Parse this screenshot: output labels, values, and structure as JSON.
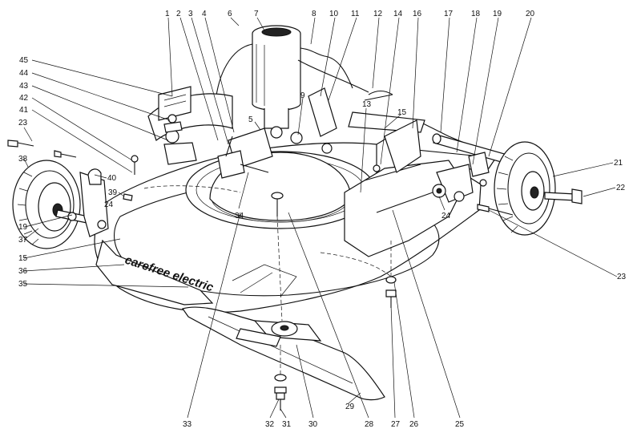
{
  "diagram": {
    "decal_text": "carefree electric",
    "labels": [
      {
        "id": "L1",
        "text": "1"
      },
      {
        "id": "L2",
        "text": "2"
      },
      {
        "id": "L3",
        "text": "3"
      },
      {
        "id": "L4",
        "text": "4"
      },
      {
        "id": "L6",
        "text": "6"
      },
      {
        "id": "L7",
        "text": "7"
      },
      {
        "id": "L8",
        "text": "8"
      },
      {
        "id": "L10",
        "text": "10"
      },
      {
        "id": "L11",
        "text": "11"
      },
      {
        "id": "L12",
        "text": "12"
      },
      {
        "id": "L14",
        "text": "14"
      },
      {
        "id": "L16",
        "text": "16"
      },
      {
        "id": "L17",
        "text": "17"
      },
      {
        "id": "L18",
        "text": "18"
      },
      {
        "id": "L19a",
        "text": "19"
      },
      {
        "id": "L20",
        "text": "20"
      },
      {
        "id": "L5",
        "text": "5"
      },
      {
        "id": "L9",
        "text": "9"
      },
      {
        "id": "L13",
        "text": "13"
      },
      {
        "id": "L15a",
        "text": "15"
      },
      {
        "id": "L45",
        "text": "45"
      },
      {
        "id": "L44",
        "text": "44"
      },
      {
        "id": "L43",
        "text": "43"
      },
      {
        "id": "L42",
        "text": "42"
      },
      {
        "id": "L41",
        "text": "41"
      },
      {
        "id": "L23a",
        "text": "23"
      },
      {
        "id": "L38",
        "text": "38"
      },
      {
        "id": "L40",
        "text": "40"
      },
      {
        "id": "L39",
        "text": "39"
      },
      {
        "id": "L24a",
        "text": "24"
      },
      {
        "id": "L37",
        "text": "37"
      },
      {
        "id": "L19b",
        "text": "19"
      },
      {
        "id": "L15b",
        "text": "15"
      },
      {
        "id": "L36",
        "text": "36"
      },
      {
        "id": "L35",
        "text": "35"
      },
      {
        "id": "L34",
        "text": "34"
      },
      {
        "id": "L21",
        "text": "21"
      },
      {
        "id": "L22",
        "text": "22"
      },
      {
        "id": "L24b",
        "text": "24"
      },
      {
        "id": "L23b",
        "text": "23"
      },
      {
        "id": "L33",
        "text": "33"
      },
      {
        "id": "L32",
        "text": "32"
      },
      {
        "id": "L31",
        "text": "31"
      },
      {
        "id": "L30",
        "text": "30"
      },
      {
        "id": "L29",
        "text": "29"
      },
      {
        "id": "L28",
        "text": "28"
      },
      {
        "id": "L27",
        "text": "27"
      },
      {
        "id": "L26",
        "text": "26"
      },
      {
        "id": "L25",
        "text": "25"
      }
    ]
  }
}
